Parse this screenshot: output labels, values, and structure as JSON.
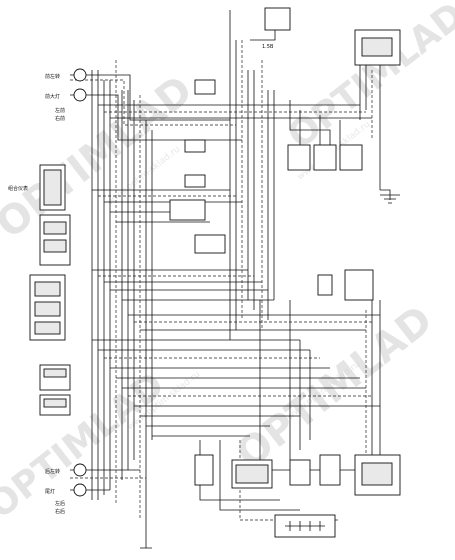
{
  "watermark": {
    "brand": "OPTIMLAD",
    "url": "www.optim-sklad.ru"
  },
  "labels": {
    "top_box": "",
    "top_box_code": "1.5B",
    "left_top_lamp_a": "前左转",
    "left_top_lamp_b": "前大灯",
    "left_top_lamp_c": "左前",
    "left_top_lamp_d": "右前",
    "right_top_connector": "",
    "ground_label": "",
    "instrument": "组合仪表",
    "relay_1": "",
    "relay_2": "",
    "relay_3": "",
    "switch_group_left": "",
    "switch_group_mid": "",
    "ignition": "",
    "starter": "",
    "flasher": "",
    "battery": "",
    "bottom_right_connector": "",
    "left_bottom_lamp_a": "后左转",
    "left_bottom_lamp_b": "尾灯",
    "left_bottom_lamp_c": "左后",
    "left_bottom_lamp_d": "右后",
    "bottom_wire_label": "",
    "bottom_right_lamp_a": "",
    "bottom_right_lamp_b": "",
    "bottom_right_lamp_c": "",
    "bottom_right_lamp_d": ""
  }
}
